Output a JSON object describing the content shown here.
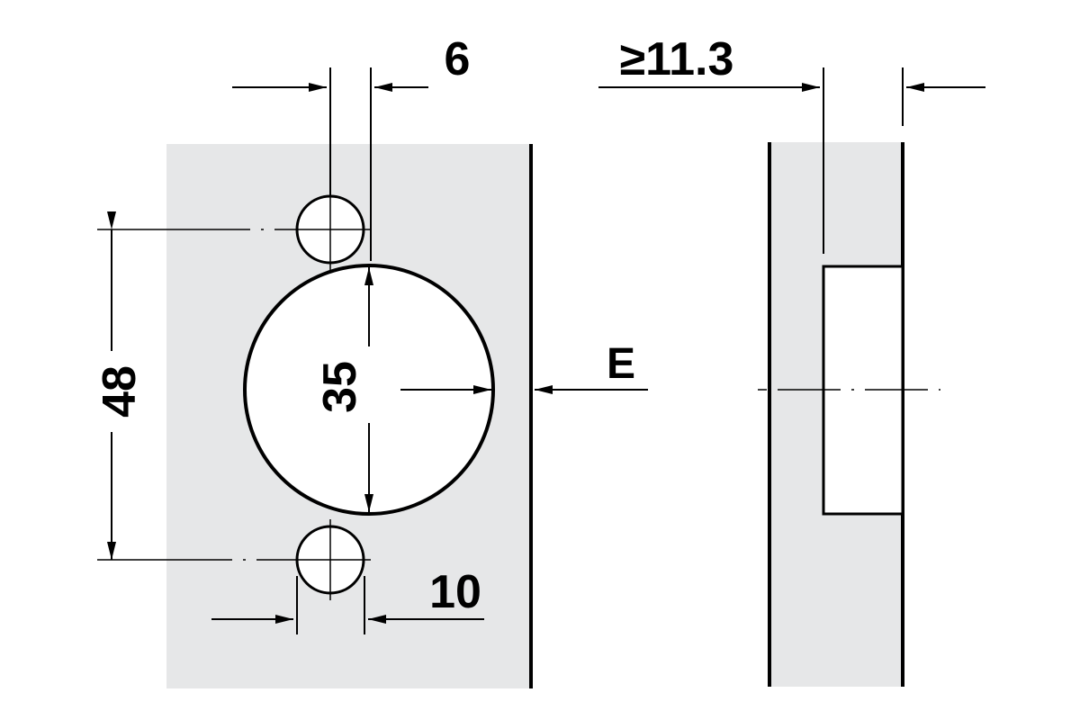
{
  "dimensions": {
    "six": "6",
    "min_depth": "≥11.3",
    "edge": "E",
    "forty_eight": "48",
    "thirty_five": "35",
    "ten": "10"
  },
  "colors": {
    "panel": "#e6e7e8",
    "line": "#000000",
    "white": "#ffffff"
  }
}
